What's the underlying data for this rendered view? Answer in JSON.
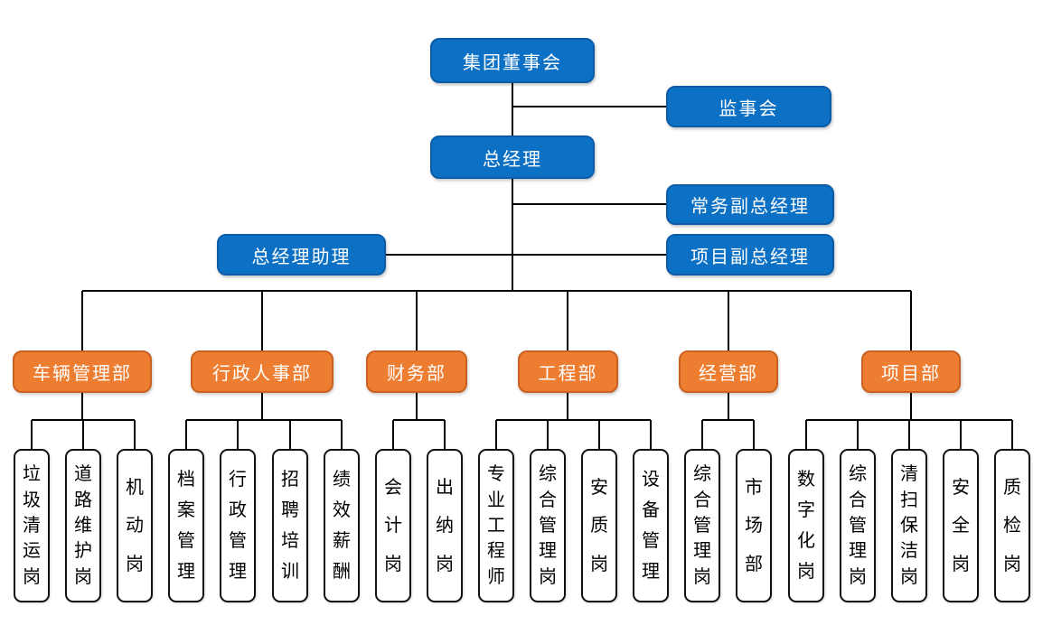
{
  "palette": {
    "node_blue": "#0C70C4",
    "node_blue_border": "#0A5CA8",
    "node_orange": "#ED7D31",
    "node_orange_border": "#CB6120",
    "connector": "#000000",
    "position_box_bg": "#FFFFFF",
    "position_box_border": "#111111",
    "background": "#FFFFFF"
  },
  "top": {
    "board": "集团董事会",
    "supervisory": "监事会",
    "general_manager": "总经理",
    "executive_deputy_gm": "常务副总经理",
    "gm_assistant": "总经理助理",
    "project_deputy_gm": "项目副总经理"
  },
  "departments": [
    {
      "label": "车辆管理部",
      "positions": [
        "垃圾清运岗",
        "道路维护岗",
        "机动岗"
      ]
    },
    {
      "label": "行政人事部",
      "positions": [
        "档案管理",
        "行政管理",
        "招聘培训",
        "绩效薪酬"
      ]
    },
    {
      "label": "财务部",
      "positions": [
        "会计岗",
        "出纳岗"
      ]
    },
    {
      "label": "工程部",
      "positions": [
        "专业工程师",
        "综合管理岗",
        "安质岗",
        "设备管理"
      ]
    },
    {
      "label": "经营部",
      "positions": [
        "综合管理岗",
        "市场部"
      ]
    },
    {
      "label": "项目部",
      "positions": [
        "数字化岗",
        "综合管理岗",
        "清扫保洁岗",
        "安全岗",
        "质检岗"
      ]
    }
  ]
}
